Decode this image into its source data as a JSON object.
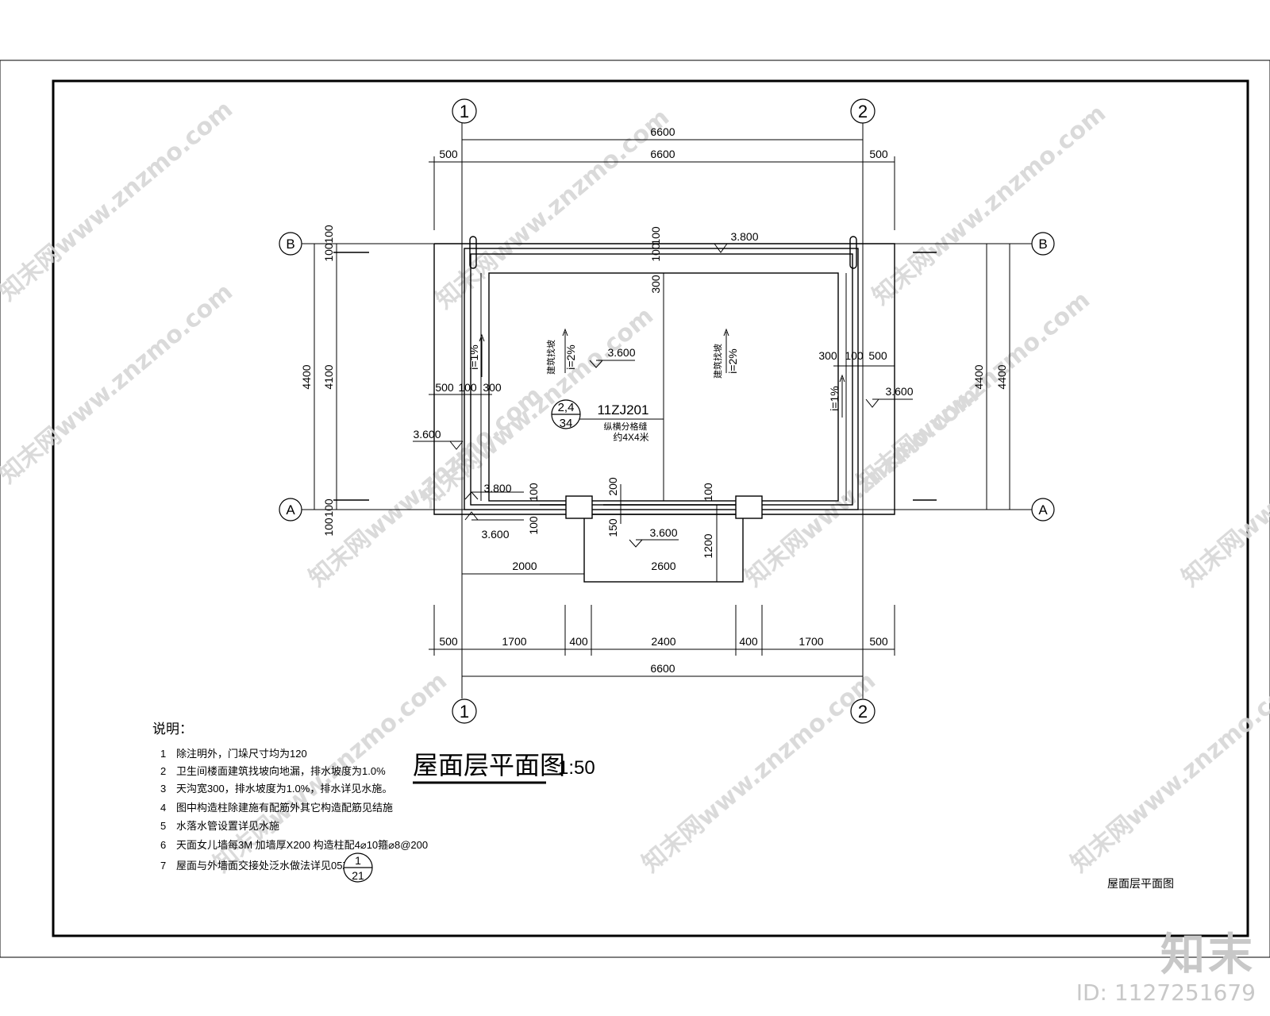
{
  "grid": {
    "col1": "1",
    "col2": "2",
    "rowA": "A",
    "rowB": "B"
  },
  "dims": {
    "top_total_1": "6600",
    "top_total_2": "6600",
    "top_overhang_left": "500",
    "top_overhang_right": "500",
    "bottom_segments": [
      "500",
      "1700",
      "400",
      "2400",
      "400",
      "1700",
      "500"
    ],
    "bottom_total": "6600",
    "left_outer": "4400",
    "left_inner": "4100",
    "left_100_top": "100",
    "left_100_top2": "100",
    "left_100_bot": "100",
    "left_100_bot2": "100",
    "right_inner": "4400",
    "right_outer": "4400",
    "mid_100_a": "100",
    "mid_100_b": "100",
    "mid_300": "300",
    "left_row_500": "500",
    "left_row_100": "100",
    "left_row_300": "300",
    "right_300": "300",
    "right_100": "100",
    "right_500": "500",
    "canopy_100_a": "100",
    "canopy_100_b": "100",
    "canopy_200": "200",
    "canopy_150": "150",
    "canopy_100_c": "100",
    "canopy_1200": "1200",
    "canopy_2000": "2000",
    "canopy_2600": "2600"
  },
  "elevations": {
    "top": "3.800",
    "roof_left": "3.600",
    "roof_right_edge": "3.600",
    "left_outside": "3.600",
    "bottom_left_top": "3.800",
    "bottom_left_bot": "3.600",
    "canopy": "3.600"
  },
  "slopes": {
    "left_gutter": "i=1%",
    "right_gutter": "i=1%",
    "roof_left": "i=2%",
    "roof_right": "i=2%",
    "roof_left_note": "建筑找坡",
    "roof_right_note": "建筑找坡"
  },
  "detail": {
    "ref": "11ZJ201",
    "callout_top": "2,4",
    "callout_bottom": "34",
    "joint_note_1": "纵横分格缝",
    "joint_note_2": "约4X4米"
  },
  "title": {
    "main": "屋面层平面图",
    "scale": "1:50",
    "stamp": "屋面层平面图"
  },
  "notes": {
    "heading": "说明：",
    "items": [
      {
        "num": "1",
        "text": "除注明外，门垛尺寸均为120"
      },
      {
        "num": "2",
        "text": "卫生间楼面建筑找坡向地漏，排水坡度为1.0%"
      },
      {
        "num": "3",
        "text": "天沟宽300，排水坡度为1.0%，排水详见水施。"
      },
      {
        "num": "4",
        "text": "图中构造柱除建施有配筋外其它构造配筋见结施"
      },
      {
        "num": "5",
        "text": "水落水管设置详见水施"
      },
      {
        "num": "6",
        "text": "天面女儿墙每3M 加墙厚X200 构造柱配4⌀10箍⌀8@200"
      },
      {
        "num": "7",
        "text": "屋面与外墙面交接处泛水做法详见05ZJ201"
      }
    ],
    "item7_ref_top": "1",
    "item7_ref_bot": "21"
  },
  "watermark": {
    "text": "知末网www.znzmo.com",
    "brand": "知末",
    "id": "ID: 1127251679"
  }
}
